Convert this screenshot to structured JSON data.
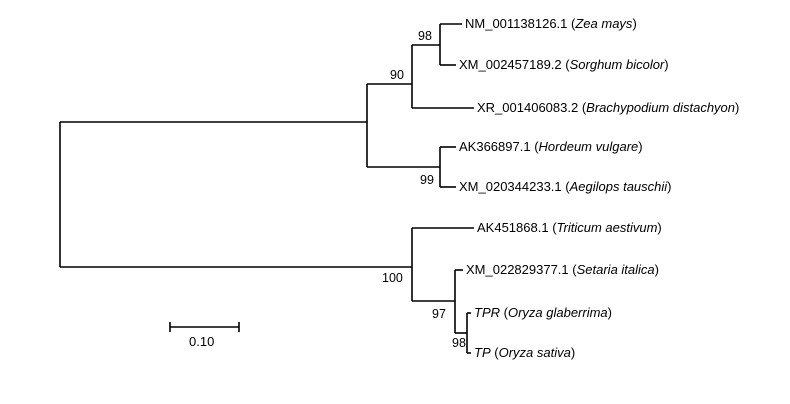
{
  "tree": {
    "taxa": [
      {
        "id": "NM_001138126.1",
        "species": "Zea mays",
        "id_italic": false
      },
      {
        "id": "XM_002457189.2",
        "species": "Sorghum bicolor",
        "id_italic": false
      },
      {
        "id": "XR_001406083.2",
        "species": "Brachypodium distachyon",
        "id_italic": false
      },
      {
        "id": "AK366897.1",
        "species": "Hordeum vulgare",
        "id_italic": false
      },
      {
        "id": "XM_020344233.1",
        "species": "Aegilops tauschii",
        "id_italic": false
      },
      {
        "id": "AK451868.1",
        "species": "Triticum aestivum",
        "id_italic": false
      },
      {
        "id": "XM_022829377.1",
        "species": "Setaria italica",
        "id_italic": false
      },
      {
        "id": "TPR",
        "species": "Oryza glaberrima",
        "id_italic": true
      },
      {
        "id": "TP",
        "species": "Oryza sativa",
        "id_italic": true
      }
    ],
    "bootstrap": [
      "98",
      "90",
      "99",
      "100",
      "97",
      "98"
    ],
    "scale_bar": {
      "label": "0.10",
      "value": 0.1
    }
  }
}
